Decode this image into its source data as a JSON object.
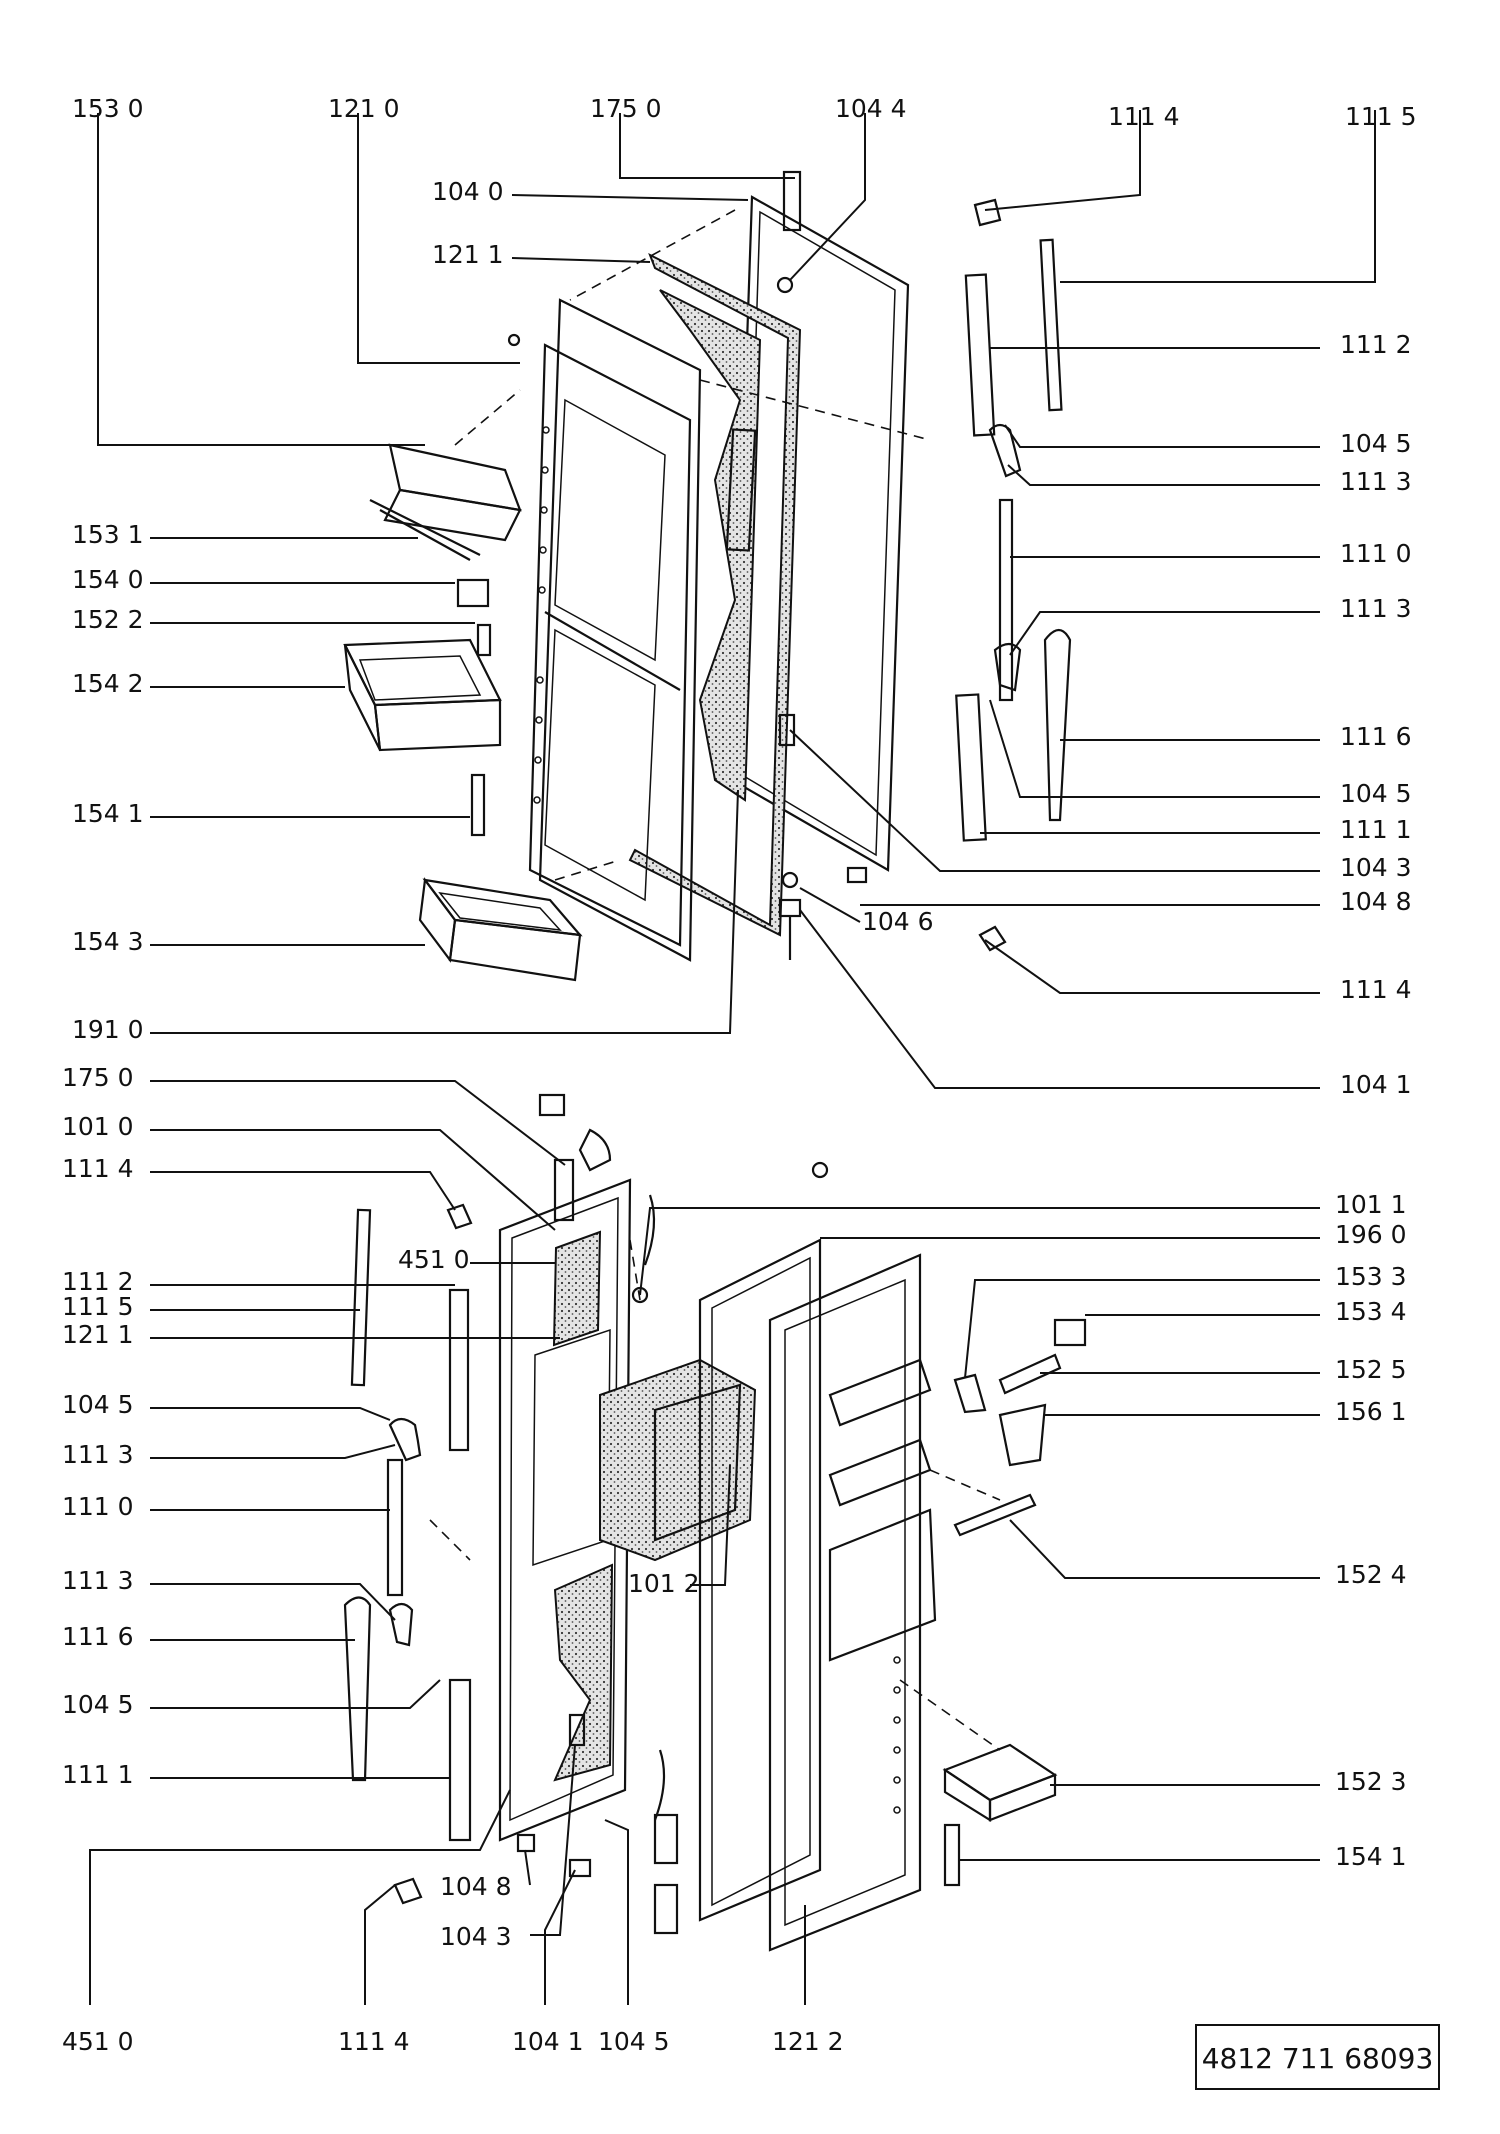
{
  "labels": {
    "top": [
      "153 0",
      "121 0",
      "175 0",
      "104 4",
      "111 4",
      "111 5"
    ],
    "upper_left": [
      "104 0",
      "121 1",
      "153 1",
      "154 0",
      "152 2",
      "154 2",
      "154 1",
      "154 3",
      "191 0"
    ],
    "upper_right": [
      "111 2",
      "104 5",
      "111 3",
      "111 0",
      "111 3",
      "111 6",
      "104 5",
      "111 1",
      "104 3",
      "104 8",
      "104 6",
      "111 4",
      "104 1"
    ],
    "lower_left": [
      "175 0",
      "101 0",
      "111 4",
      "451 0",
      "111 2",
      "111 5",
      "121 1",
      "104 5",
      "111 3",
      "111 0",
      "111 3",
      "111 6",
      "104 5",
      "111 1"
    ],
    "lower_right": [
      "101 1",
      "196 0",
      "153 3",
      "153 4",
      "152 5",
      "156 1",
      "152 4",
      "152 3",
      "154 1",
      "101 2"
    ],
    "bottom": [
      "451 0",
      "111 4",
      "104 1",
      "104 5",
      "121 2",
      "104 8",
      "104 3"
    ]
  },
  "reference_number": "4812 711 68093"
}
